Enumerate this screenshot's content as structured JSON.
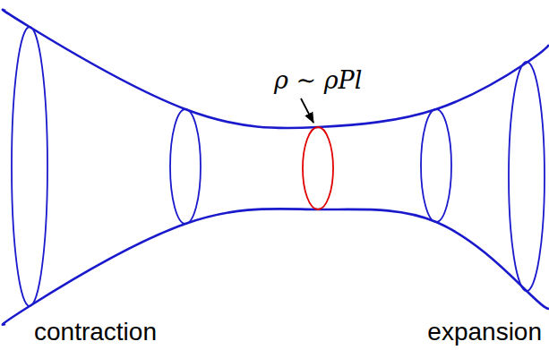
{
  "diagram": {
    "labels": [
      "ρ ∼ ρPl",
      "contraction",
      "expansion"
    ]
  }
}
